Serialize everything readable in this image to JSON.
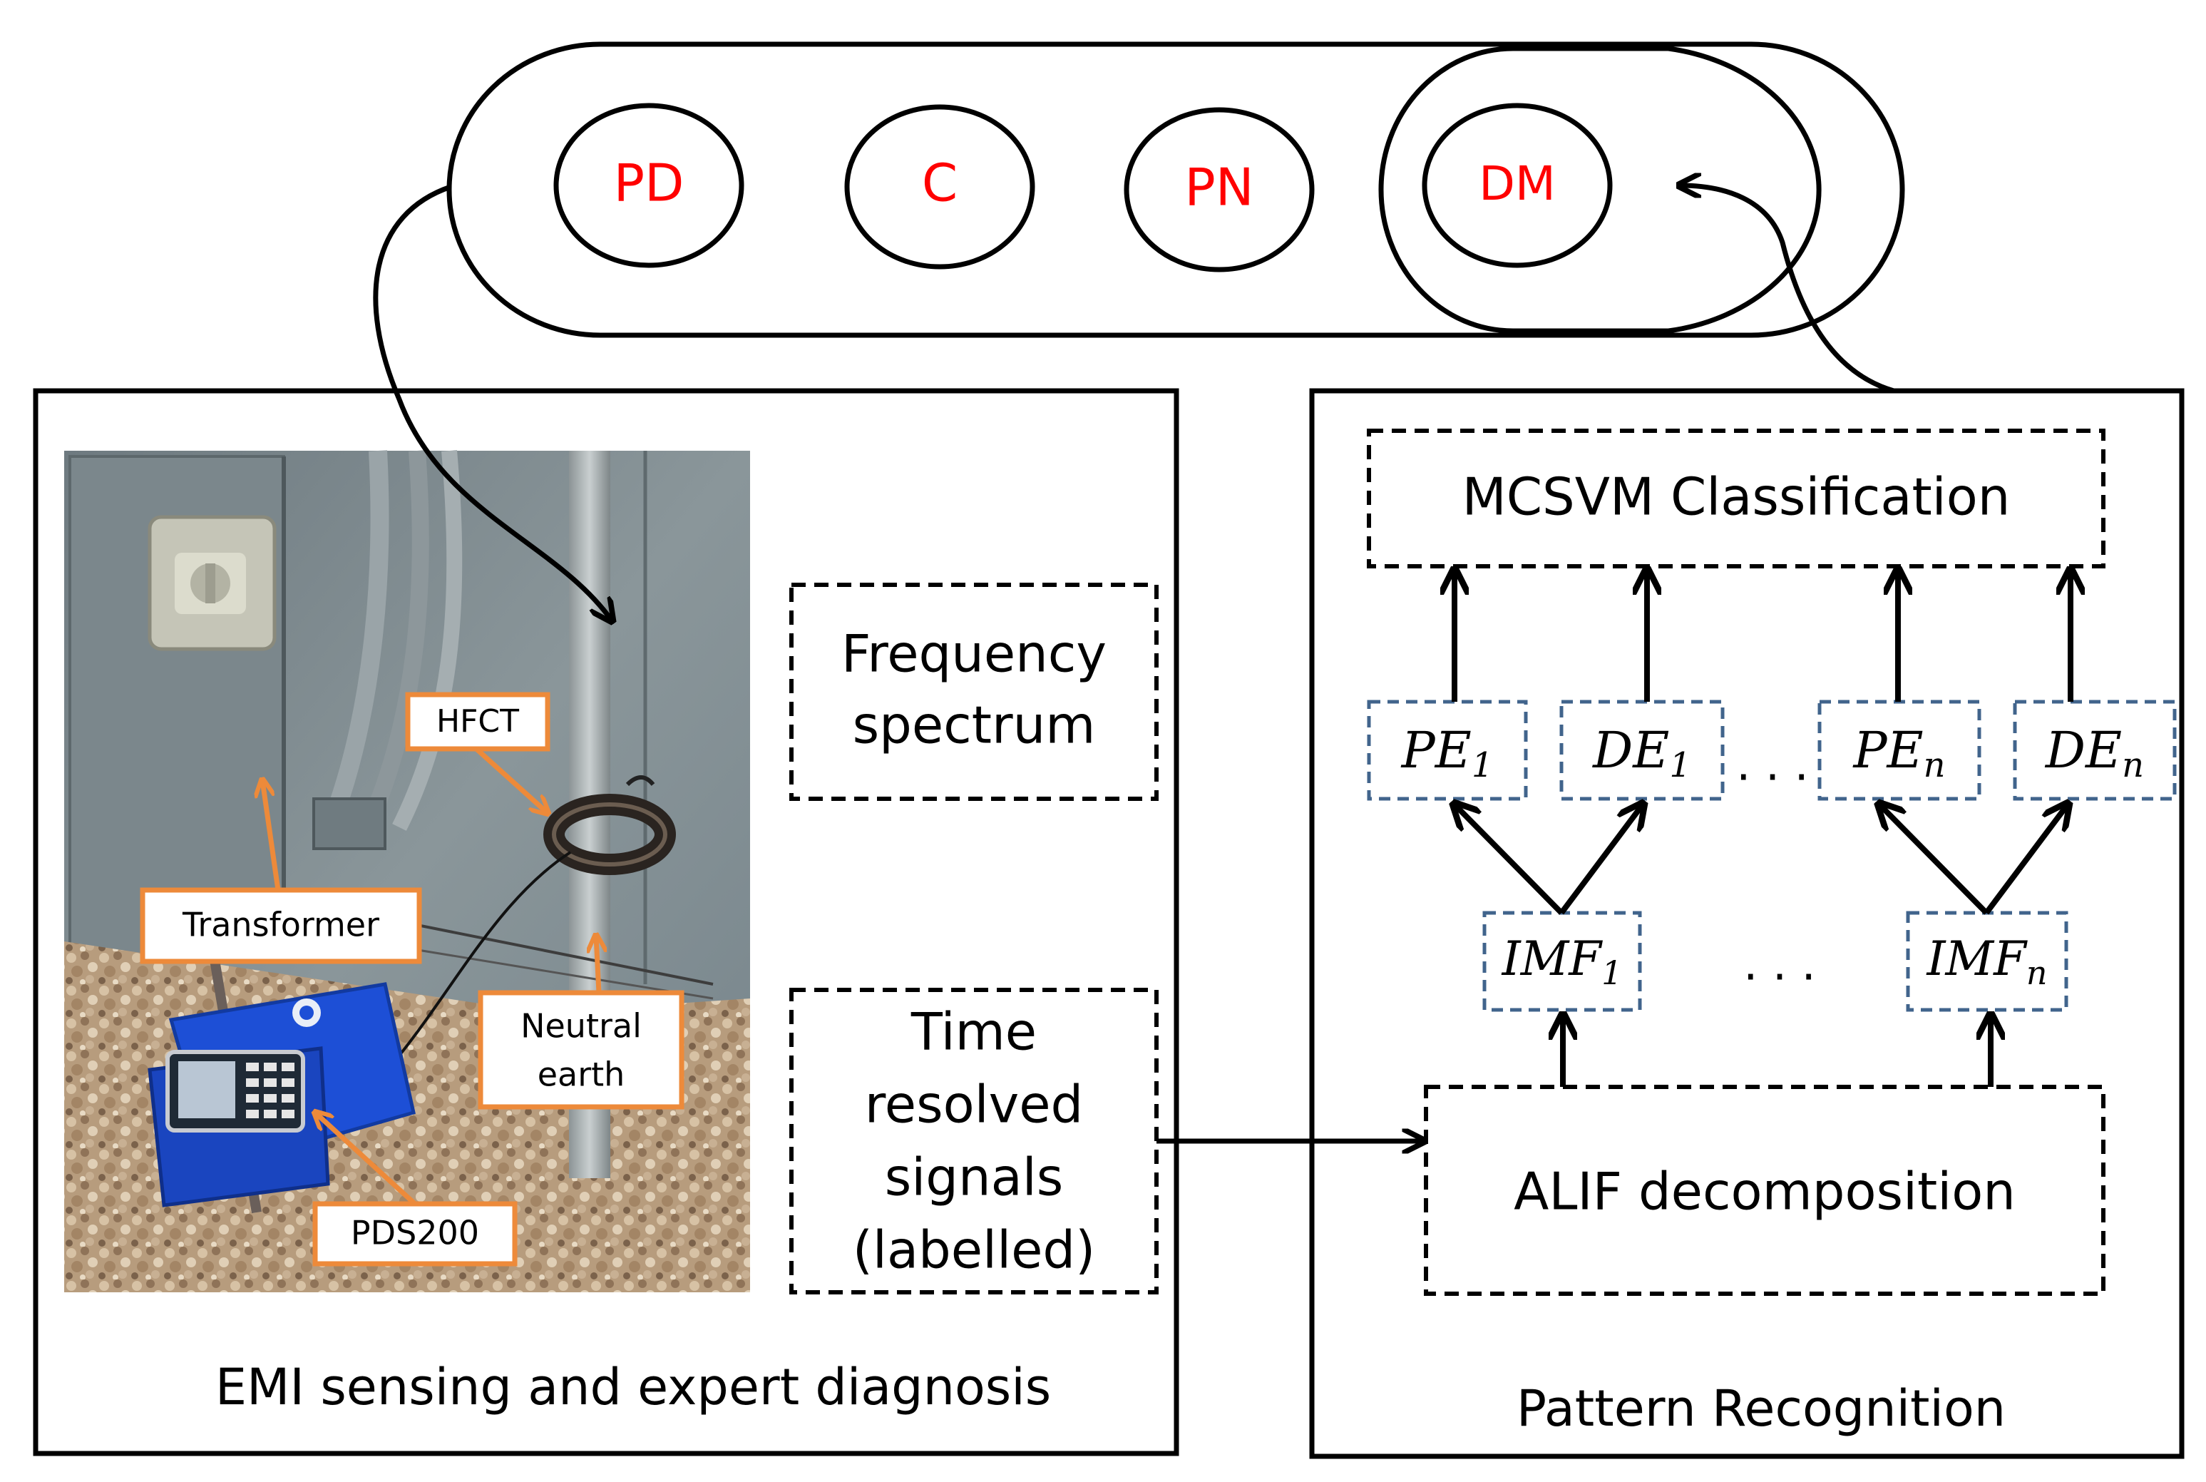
{
  "classes": {
    "pd": "PD",
    "c": "C",
    "pn": "PN",
    "dm": "DM"
  },
  "left_panel": {
    "caption": "EMI sensing and expert diagnosis",
    "frequency_box": [
      "Frequency",
      "spectrum"
    ],
    "time_box": [
      "Time",
      "resolved",
      "signals",
      "(labelled)"
    ],
    "photo_labels": {
      "hfct": "HFCT",
      "transformer": "Transformer",
      "neutral_earth": [
        "Neutral",
        "earth"
      ],
      "pds200": "PDS200"
    }
  },
  "right_panel": {
    "caption": "Pattern Recognition",
    "classification_box": "MCSVM Classification",
    "decomposition_box": "ALIF decomposition",
    "features": [
      {
        "base": "PE",
        "sub": "1"
      },
      {
        "base": "DE",
        "sub": "1"
      },
      {
        "base": "PE",
        "sub": "n"
      },
      {
        "base": "DE",
        "sub": "n"
      }
    ],
    "imfs": [
      {
        "base": "IMF",
        "sub": "1"
      },
      {
        "base": "IMF",
        "sub": "n"
      }
    ],
    "ellipsis_features": ". . .",
    "ellipsis_imfs": ". . ."
  },
  "colors": {
    "class_text": "#ff0000",
    "line": "#000000",
    "dashed_feature": "#41648c",
    "label_border": "#ed8a3a",
    "enclosure_grey": "#7f8c8d",
    "pds_case_blue": "#1d4fd6"
  }
}
